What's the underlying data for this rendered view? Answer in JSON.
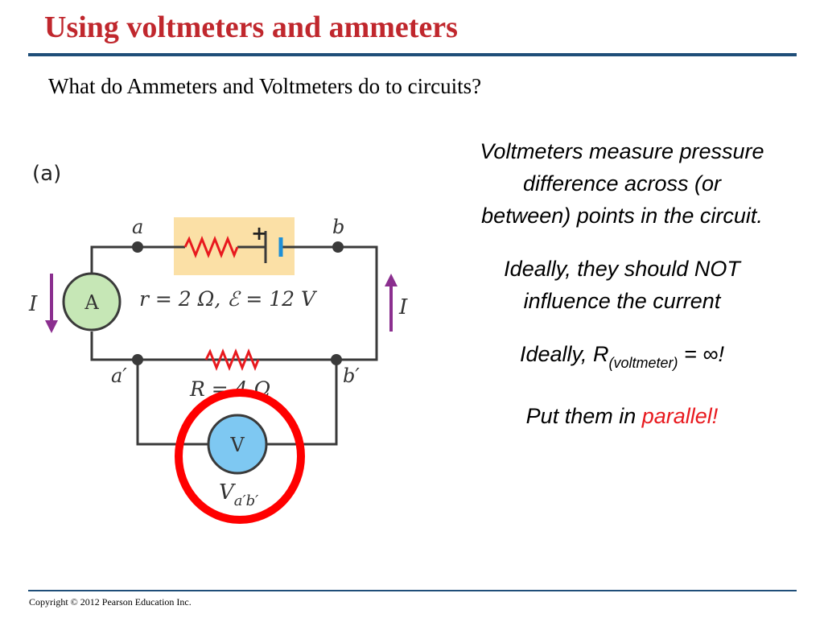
{
  "slide": {
    "title": "Using voltmeters and ammeters",
    "subtitle": "What do Ammeters and Voltmeters do to circuits?"
  },
  "diagram": {
    "panel_label": "(a)",
    "nodes": {
      "a": "a",
      "b": "b",
      "a_prime": "a′",
      "b_prime": "b′"
    },
    "current_label": "I",
    "ammeter_label": "A",
    "voltmeter_label": "V",
    "battery_plus": "+",
    "internal_text": "r = 2 Ω, ℰ = 12 V",
    "load_text": "R = 4 Ω",
    "voltage_main": "V",
    "voltage_sub": "a′b′",
    "colors": {
      "wire": "#3a3a3a",
      "resistor": "#e8191e",
      "battery_box": "#fbe0a6",
      "ammeter_fill": "#c6e7b6",
      "voltmeter_fill": "#7ec8f2",
      "arrow": "#8b2f8f",
      "highlight_ring": "#ff0000"
    }
  },
  "notes": {
    "p1": "Voltmeters measure pressure difference across (or between) points in the circuit.",
    "p2": "Ideally, they should NOT influence the current",
    "p3_prefix": "Ideally, R",
    "p3_sub": "(voltmeter)",
    "p3_suffix": " = ∞!",
    "p4_prefix": "Put them in ",
    "p4_accent": "parallel!"
  },
  "footer": {
    "copyright": "Copyright © 2012 Pearson Education Inc."
  }
}
